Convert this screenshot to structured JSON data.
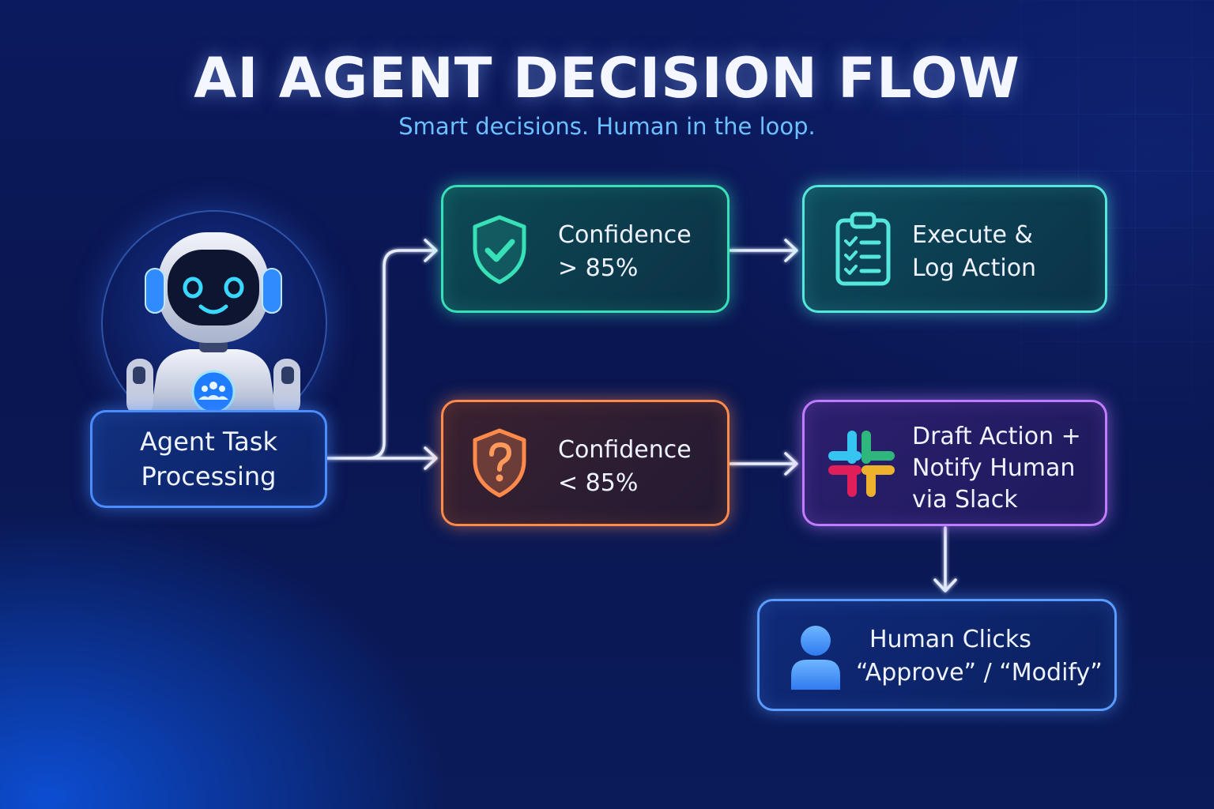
{
  "title": "AI AGENT DECISION FLOW",
  "subtitle": "Smart decisions. Human in the loop.",
  "nodes": {
    "agent": {
      "lines": [
        "Agent Task",
        "Processing"
      ],
      "icon": "robot-icon"
    },
    "high_confidence": {
      "lines": [
        "Confidence",
        "> 85%"
      ],
      "icon": "shield-check-icon"
    },
    "execute": {
      "lines": [
        "Execute &",
        "Log Action"
      ],
      "icon": "clipboard-checklist-icon"
    },
    "low_confidence": {
      "lines": [
        "Confidence",
        "< 85%"
      ],
      "icon": "shield-question-icon"
    },
    "draft_notify": {
      "lines": [
        "Draft Action +",
        "Notify Human",
        "via Slack"
      ],
      "icon": "slack-icon"
    },
    "human_review": {
      "lines": [
        "Human Clicks",
        "“Approve” / “Modify”"
      ],
      "icon": "user-icon"
    }
  },
  "colors": {
    "green": "#38e0b8",
    "teal": "#55e6dc",
    "orange": "#ff8a4c",
    "purple": "#c07bff",
    "blue": "#4b8cff",
    "subtitle": "#6cc0ff"
  }
}
